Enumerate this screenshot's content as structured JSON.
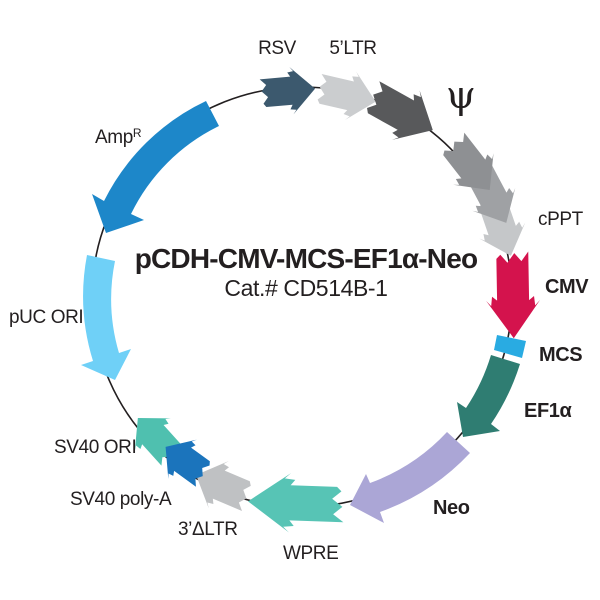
{
  "figure": {
    "title": "pCDH-CMV-MCS-EF1α-Neo",
    "catalog": "Cat.# CD514B-1",
    "backbone_color": "#231F20",
    "background": "#FFFFFF"
  },
  "segments": {
    "rsv": {
      "label": "RSV",
      "color": "#3C596E"
    },
    "ltr5": {
      "label": "5’LTR",
      "color": "#CBCDCF"
    },
    "psi": {
      "label": "ψ",
      "color": "#58595B"
    },
    "cppt": {
      "label": "cPPT",
      "color_front": "#8E9093",
      "color_mid": "#9FA1A4",
      "color_back": "#C5C7C9"
    },
    "cmv": {
      "label": "CMV",
      "color": "#D4134D"
    },
    "mcs": {
      "label": "MCS",
      "color": "#29ABE2"
    },
    "ef1a": {
      "label": "EF1α",
      "color": "#2F7D72"
    },
    "neo": {
      "label": "Neo",
      "color": "#ABA6D6"
    },
    "wpre": {
      "label": "WPRE",
      "color": "#57C4B5"
    },
    "dltr3": {
      "label": "3’ΔLTR",
      "color": "#BFC1C3"
    },
    "sv40pa": {
      "label": "SV40 poly-A",
      "color": "#1B74BC"
    },
    "sv40ori": {
      "label": "SV40 ORI",
      "color": "#4FC0AF"
    },
    "puc": {
      "label": "pUC ORI",
      "color": "#6FD0F7"
    },
    "amp": {
      "label": "Amp",
      "sup": "R",
      "color": "#1D87C9"
    }
  }
}
